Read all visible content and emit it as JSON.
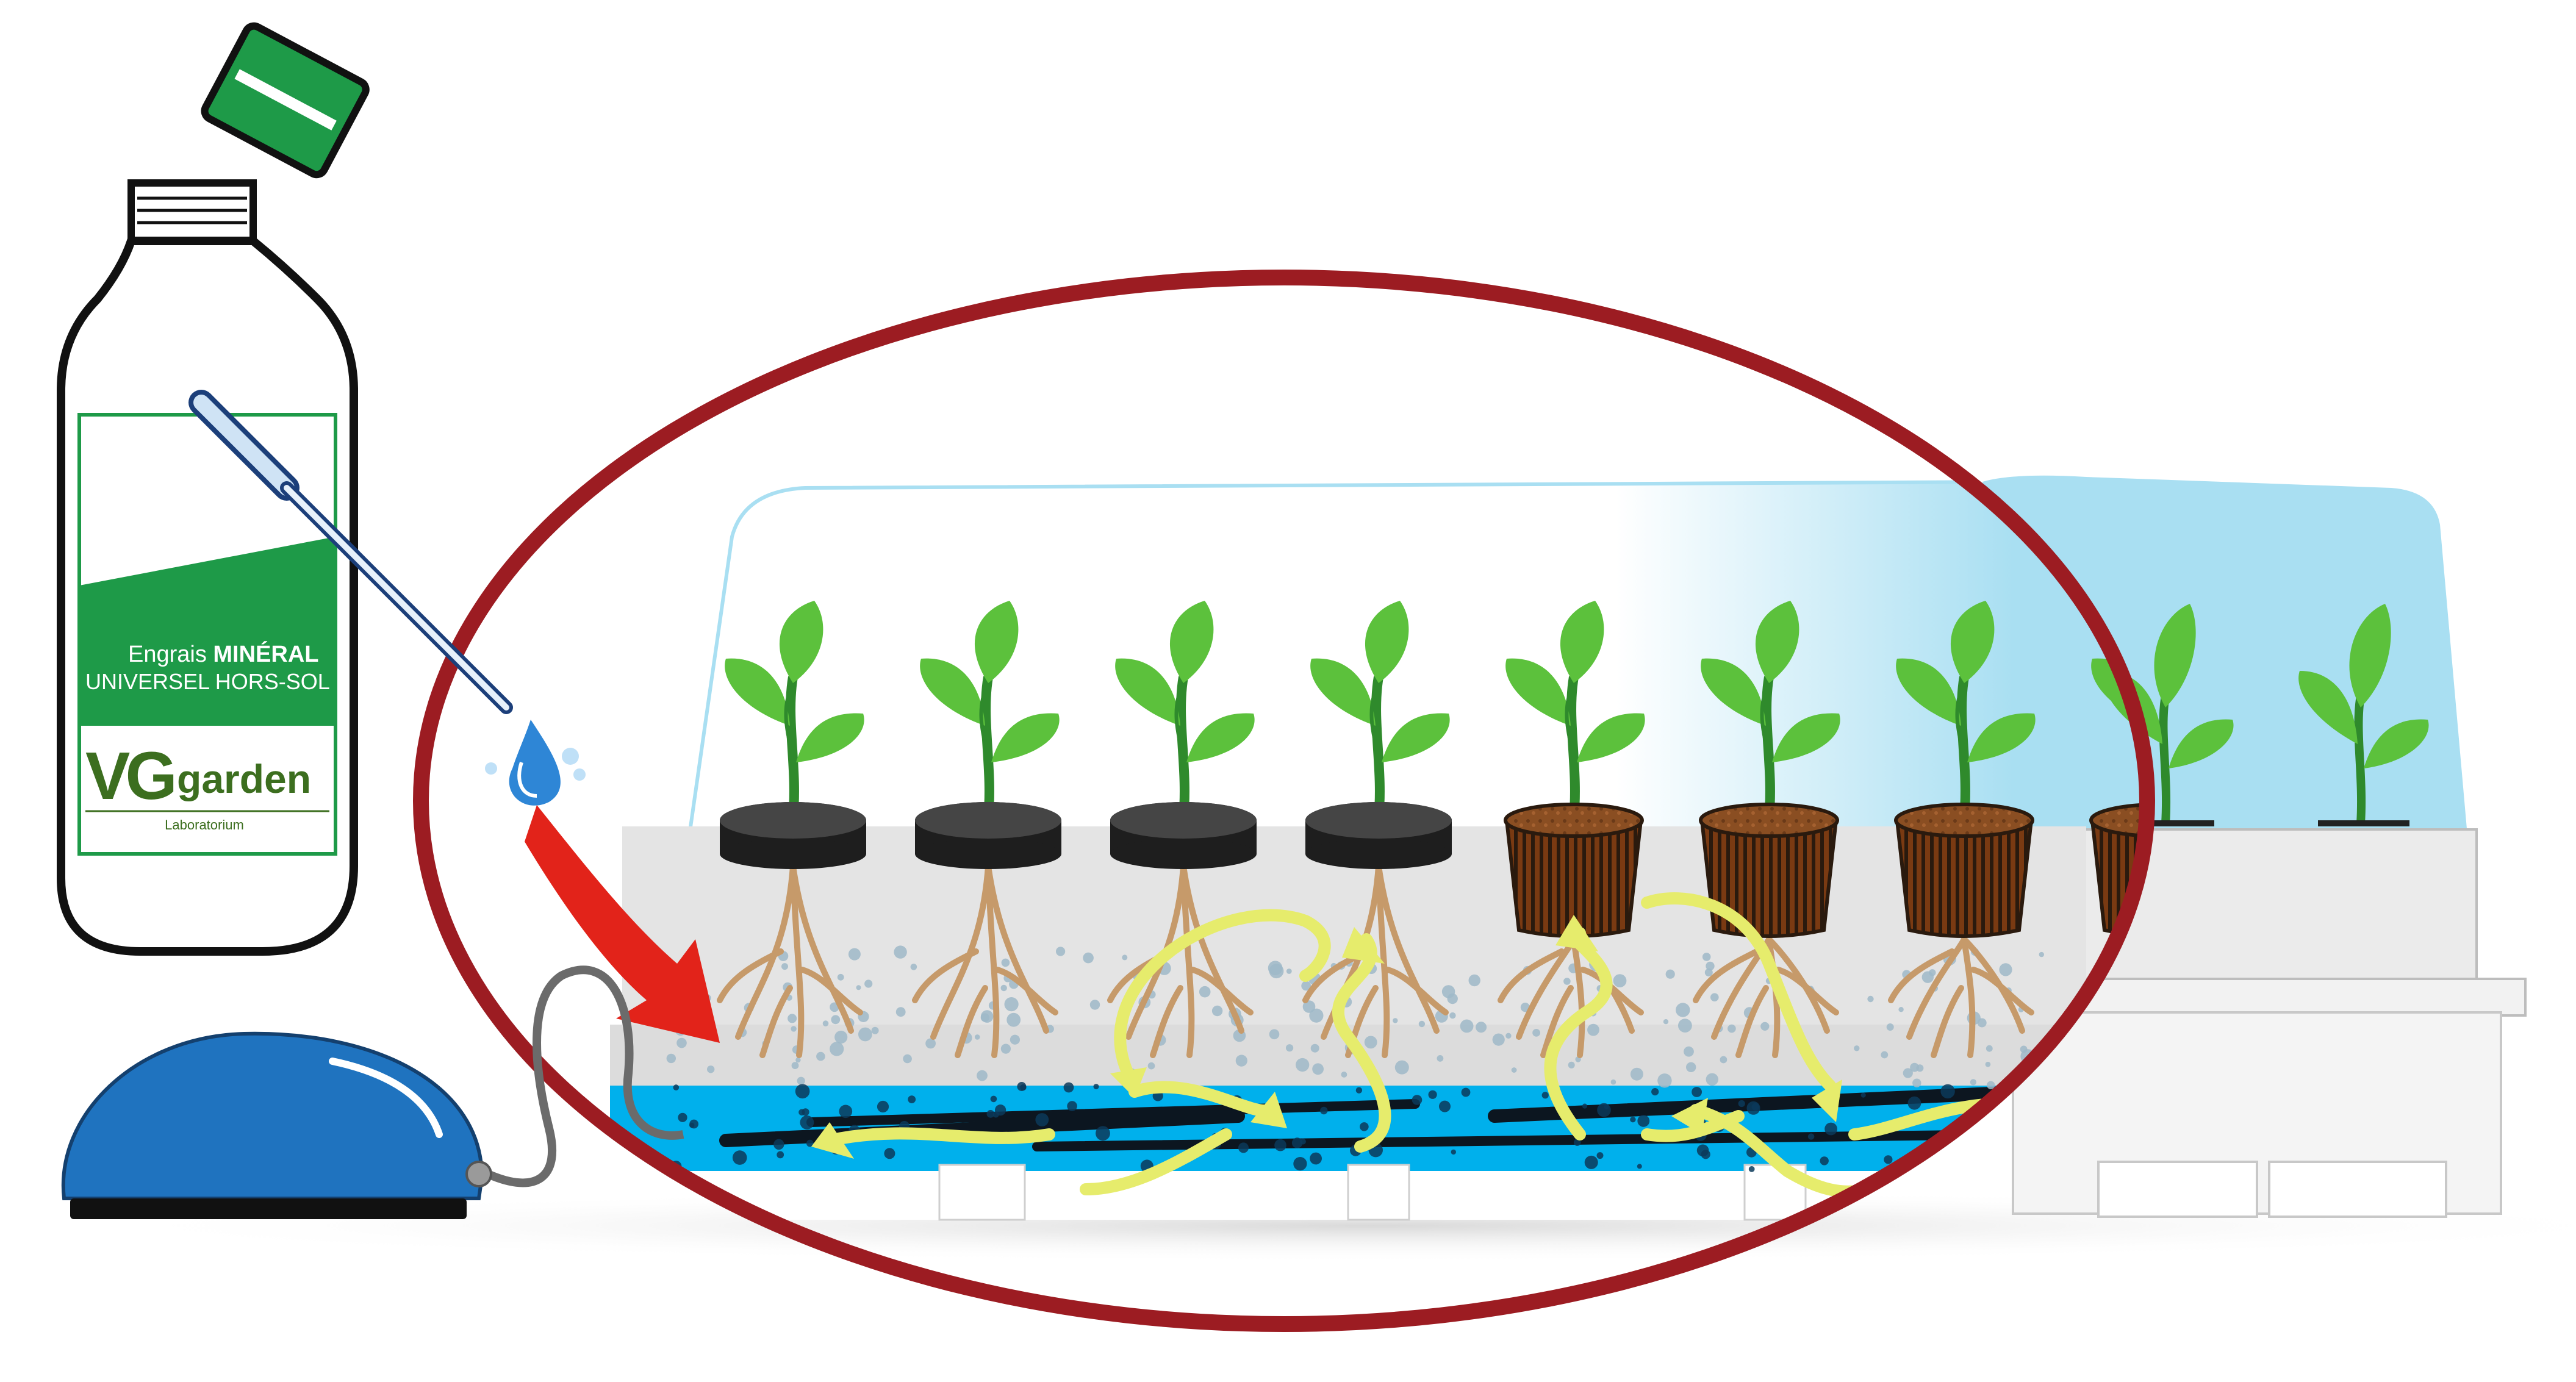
{
  "bottle": {
    "label_line1_regular": "Engrais ",
    "label_line1_bold": "MINÉRAL",
    "label_line2": "UNIVERSEL HORS-SOL",
    "brand_vg": "VG",
    "brand_garden": "garden",
    "brand_sub": "Laboratorium"
  },
  "colors": {
    "bottle_green": "#1e9a48",
    "brand_green": "#3c6e1f",
    "ellipse_red": "#9c1c22",
    "water_blue": "#00b0ec",
    "lid_blue": "#a9dff2",
    "pump_blue": "#1f73bf",
    "arrow_red": "#e2231a",
    "flow_yellow": "#e6ec6c",
    "leaf_green": "#5cc13c",
    "tray_grey": "#e4e4e4"
  },
  "plants": {
    "sponge_plugs": 4,
    "mesh_pots": 4,
    "under_lid_right": 2
  }
}
